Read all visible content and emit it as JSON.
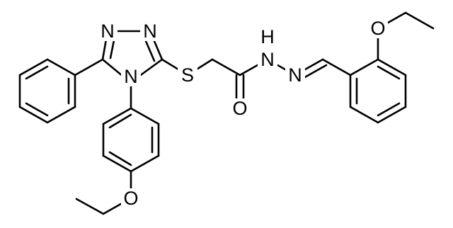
{
  "molecule": {
    "atoms": [
      {
        "id": "n_left",
        "label": "N"
      },
      {
        "id": "n_right",
        "label": "N"
      },
      {
        "id": "n_ring",
        "label": "N"
      },
      {
        "id": "s_thio",
        "label": "S"
      },
      {
        "id": "o_carbonyl",
        "label": "O"
      },
      {
        "id": "nh_hydrazide",
        "label": "N"
      },
      {
        "id": "h_hydrazide",
        "label": "H"
      },
      {
        "id": "n_imine",
        "label": "N"
      },
      {
        "id": "o_ethoxy_top",
        "label": "O"
      },
      {
        "id": "o_ethoxy_bottom",
        "label": "O"
      }
    ]
  },
  "colors": {
    "bond": "#000000",
    "label": "#000000",
    "background": "#ffffff"
  }
}
